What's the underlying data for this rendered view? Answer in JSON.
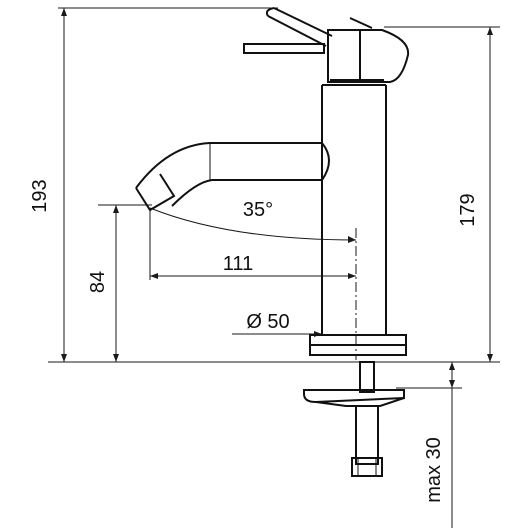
{
  "dimensions": {
    "overall_height": "193",
    "body_height": "179",
    "spout_height": "84",
    "spout_reach": "111",
    "swivel_angle": "35°",
    "base_diameter": "Ø 50",
    "max_deck_thickness": "max 30"
  },
  "colors": {
    "line": "#1a1a1a",
    "background": "#ffffff"
  }
}
